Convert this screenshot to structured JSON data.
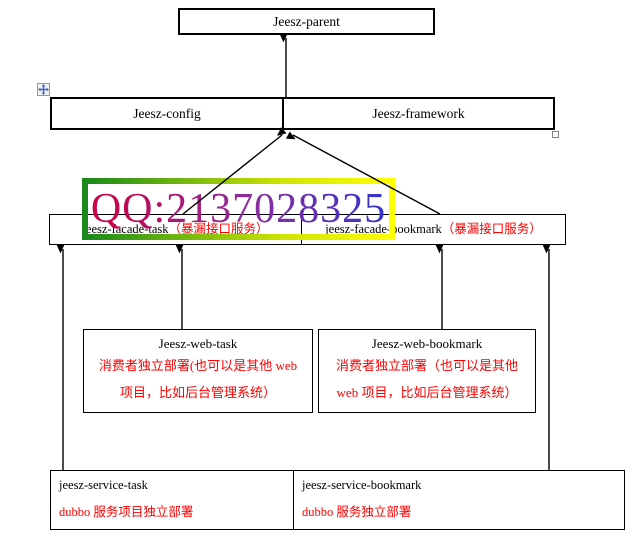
{
  "diagram": {
    "parent": {
      "label": "Jeesz-parent"
    },
    "config": {
      "left_label": "Jeesz-config",
      "right_label": "Jeesz-framework"
    },
    "watermark": {
      "text": "QQ:2137028325",
      "border_color_start": "#1a8a1a",
      "border_color_end": "#ffff00",
      "text_color_start": "#cc0040",
      "text_color_end": "#3333cc"
    },
    "facade": {
      "left": {
        "name": "jeesz-facade-task",
        "note": "（暴漏接口服务）"
      },
      "right": {
        "name": "jeesz-facade-bookmark",
        "note": "（暴漏接口服务）"
      }
    },
    "web": {
      "left": {
        "title": "Jeesz-web-task",
        "line1": "消费者独立部署(也可以是其他 web",
        "line2": "项目，比如后台管理系统）"
      },
      "right": {
        "title": "Jeesz-web-bookmark",
        "line1": "消费者独立部署（也可以是其他",
        "line2": "web 项目，比如后台管理系统）"
      }
    },
    "service": {
      "left": {
        "name": "jeesz-service-task",
        "desc": "dubbo 服务项目独立部署"
      },
      "right": {
        "name": "jeesz-service-bookmark",
        "desc": "dubbo 服务独立部署"
      }
    },
    "colors": {
      "red_text": "#ff0000",
      "line_black": "#000000",
      "move_handle_blue": "#3a5fd0"
    },
    "icons": {
      "move_handle": "four-way-move-arrow-icon",
      "resize_handle": "table-resize-square"
    }
  }
}
